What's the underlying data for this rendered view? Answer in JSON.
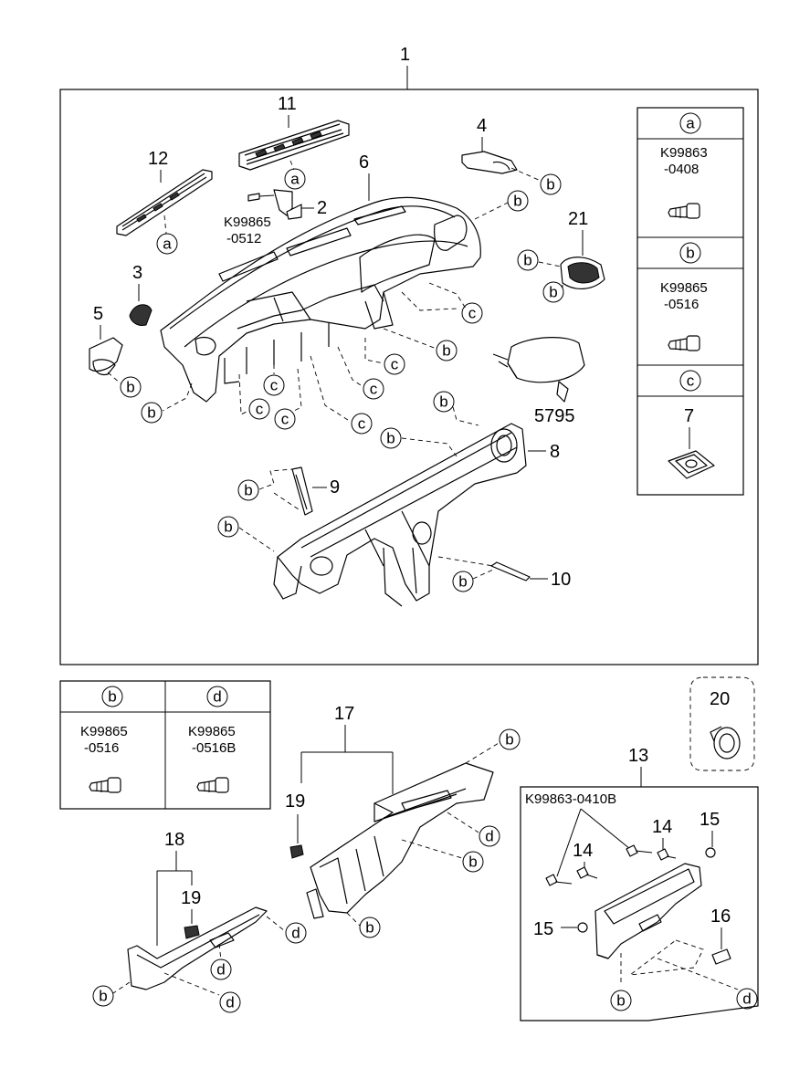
{
  "callouts": {
    "n1": "1",
    "n2": "2",
    "n3": "3",
    "n4": "4",
    "n5": "5",
    "n6": "6",
    "n7": "7",
    "n8": "8",
    "n9": "9",
    "n10": "10",
    "n11": "11",
    "n12": "12",
    "n13": "13",
    "n14": "14",
    "n15": "15",
    "n16": "16",
    "n17": "17",
    "n18": "18",
    "n19": "19",
    "n20": "20",
    "n21": "21",
    "n5795": "5795"
  },
  "letters": {
    "a": "a",
    "b": "b",
    "c": "c",
    "d": "d"
  },
  "part_codes": {
    "k2_l1": "K99865",
    "k2_l2": "-0512",
    "leg_a_l1": "K99863",
    "leg_a_l2": "-0408",
    "leg_b_l1": "K99865",
    "leg_b_l2": "-0516",
    "lower_b_l1": "K99865",
    "lower_b_l2": "-0516",
    "lower_d_l1": "K99865",
    "lower_d_l2": "-0516B",
    "glove": "K99863-0410B"
  }
}
